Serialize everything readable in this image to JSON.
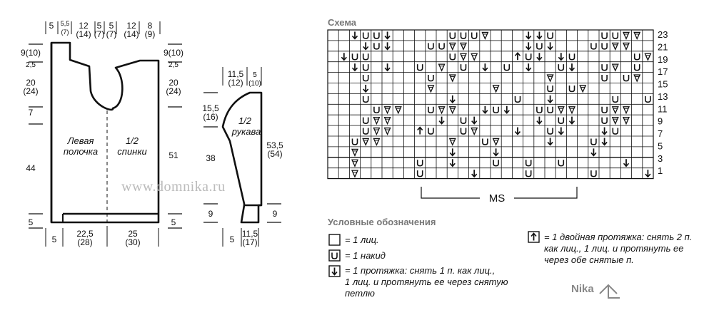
{
  "watermark": "www.domnika.ru",
  "logo": "Nika",
  "pieces": {
    "front_label_1": "Левая",
    "front_label_2": "полочка",
    "back_label_1": "1/2",
    "back_label_2": "спинки",
    "sleeve_label_1": "1/2",
    "sleeve_label_2": "рукава"
  },
  "body_dims": {
    "top": [
      "5",
      "5,5\n(7)",
      "12\n(14)",
      "5\n(7)",
      "5\n(7)",
      "12\n(14)",
      "8\n(9)"
    ],
    "left": [
      "9(10)",
      "2,5",
      "20\n(24)",
      "7",
      "44",
      "5"
    ],
    "right": [
      "9(10)",
      "2,5",
      "20\n(24)",
      "51",
      "5"
    ],
    "bottom": [
      "5",
      "22,5\n(28)",
      "25\n(30)"
    ]
  },
  "sleeve_dims": {
    "top": [
      "11,5\n(12)",
      "5\n(10)"
    ],
    "left": [
      "15,5\n(16)",
      "38",
      "9"
    ],
    "right": [
      "53,5\n(54)",
      "9"
    ],
    "bottom": [
      "5",
      "11,5\n(17)"
    ]
  },
  "schema": {
    "title": "Схема",
    "row_numbers": [
      "23",
      "21",
      "19",
      "17",
      "15",
      "13",
      "11",
      "9",
      "7",
      "5",
      "3",
      "1"
    ],
    "repeat_label": "MS",
    "grid": [
      "..↓UU↓.....UUU▽...↓↓U....UU▽▽.",
      "...↓U↓...UU▽▽.....↓U↓...UU▽▽..",
      ".↓UU.......U▽▽...↑U↓.↓U.....U▽.▽",
      "..↓U.↓..U.▽.U.↓.U.↓..U↓..U▽.U.",
      "...U.....U.▽........▽....U.U▽..",
      "...↓.....▽.....▽....U.U▽.....",
      "...U.......↓.....U..↓.....U..U.",
      "....U▽▽..U▽▽..↓U↓..UU▽▽..U▽▽.",
      "...U▽▽....↓.U↓.....↓.U↓..U▽▽.",
      "...U▽▽..↑U..U▽...↓..U↓...↓U..",
      "..U▽▽......▽..U▽....↓...U↓...",
      "..▽........↓...↓........↓.....",
      "..▽.....U..↓...U..U..U.....↓.",
      "..▽.....U....↓....U.....U....↓."
    ]
  },
  "legend": {
    "title": "Условные обозначения",
    "items": [
      {
        "symbol": "",
        "text": "= 1 лиц."
      },
      {
        "symbol": "U",
        "text": "= 1 накид"
      },
      {
        "symbol": "↓",
        "text": "= 1 протяжка: снять 1 п. как лиц.,\n1 лиц. и протянуть ее через снятую\nпетлю"
      },
      {
        "symbol": "↑",
        "text": "= 1 двойная протяжка: снять 2 п.\nкак лиц., 1 лиц. и протянуть ее\nчерез обе снятые п."
      }
    ]
  }
}
